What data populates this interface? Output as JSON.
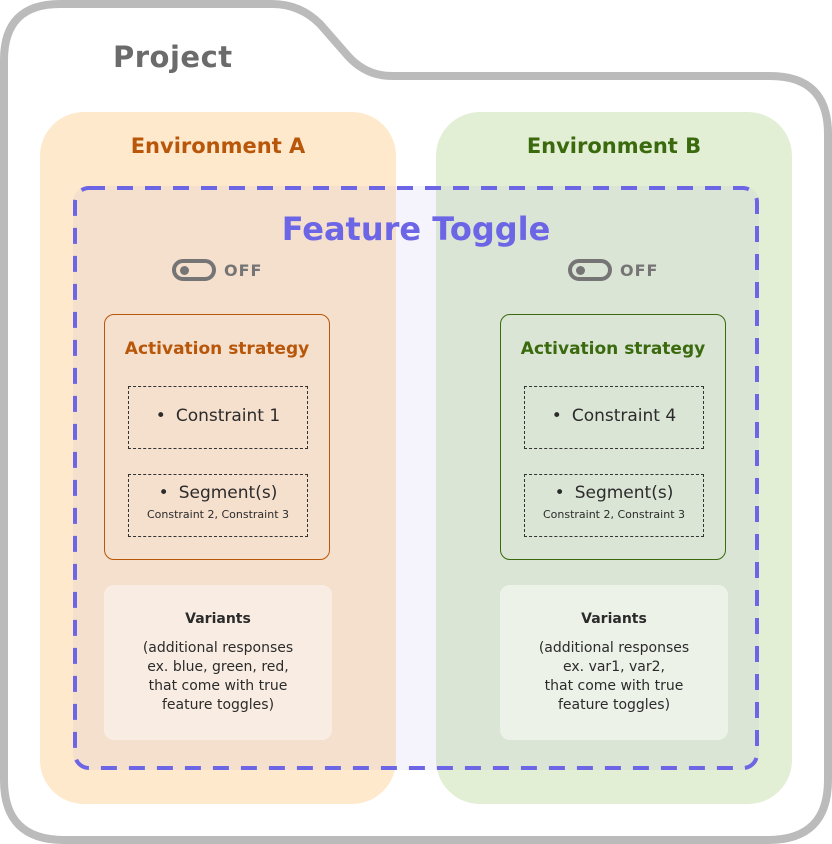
{
  "project": {
    "title": "Project"
  },
  "feature_toggle": {
    "title": "Feature Toggle"
  },
  "colors": {
    "folder_border": "#bbbbbc",
    "feature_toggle_accent": "#6c65e6",
    "env_a_bg": "#ffe9cc",
    "env_a_accent": "#b8570a",
    "env_b_bg": "#e2efd4",
    "env_b_accent": "#3a6a0d"
  },
  "environments": [
    {
      "title": "Environment A",
      "toggle": {
        "state": "OFF",
        "icon": "toggle-off-icon"
      },
      "strategy": {
        "title": "Activation strategy",
        "constraint": "Constraint 1",
        "segment": {
          "label": "Segment(s)",
          "constraints": "Constraint 2, Constraint 3"
        }
      },
      "variants": {
        "title": "Variants",
        "lines": [
          "(additional responses",
          "ex. blue, green, red,",
          "that come with true",
          "feature toggles)"
        ]
      }
    },
    {
      "title": "Environment B",
      "toggle": {
        "state": "OFF",
        "icon": "toggle-off-icon"
      },
      "strategy": {
        "title": "Activation strategy",
        "constraint": "Constraint 4",
        "segment": {
          "label": "Segment(s)",
          "constraints": "Constraint 2, Constraint 3"
        }
      },
      "variants": {
        "title": "Variants",
        "lines": [
          "(additional responses",
          "ex. var1, var2,",
          "that come with true",
          "feature toggles)"
        ]
      }
    }
  ],
  "bullet": "•"
}
